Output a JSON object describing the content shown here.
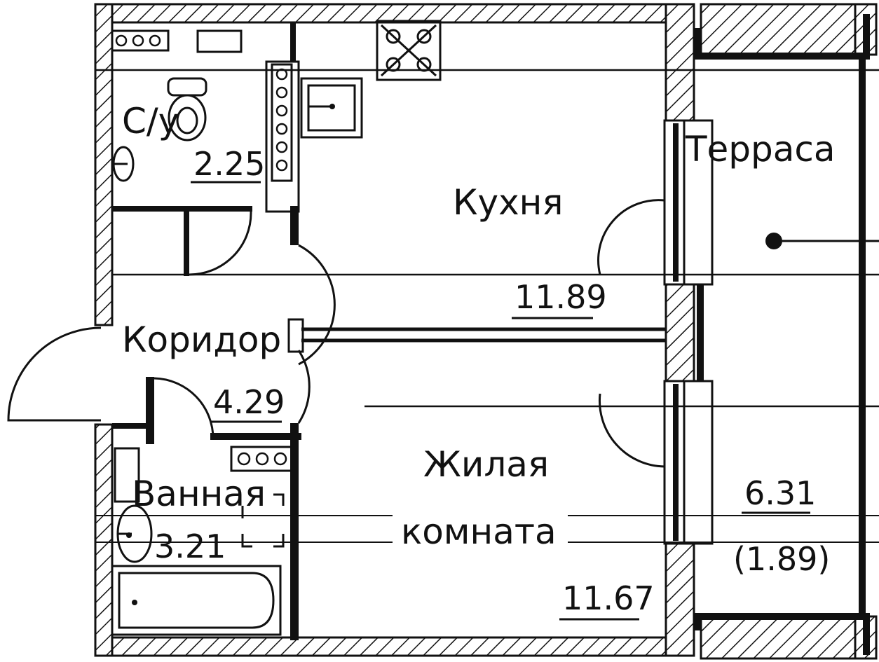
{
  "plan": {
    "rooms": [
      {
        "id": "bathroom-wc",
        "name": "С/у",
        "area": "2.25"
      },
      {
        "id": "kitchen",
        "name": "Кухня",
        "area": "11.89"
      },
      {
        "id": "terrace",
        "name": "Терраса",
        "area": "6.31",
        "area_reduced": "(1.89)"
      },
      {
        "id": "corridor",
        "name": "Коридор",
        "area": "4.29"
      },
      {
        "id": "living-room",
        "name_line1": "Жилая",
        "name_line2": "комната",
        "area": "11.67"
      },
      {
        "id": "bathroom",
        "name": "Ванная",
        "area": "3.21"
      }
    ]
  }
}
